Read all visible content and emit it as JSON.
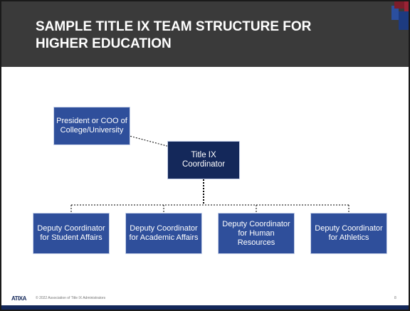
{
  "slide": {
    "title": "SAMPLE TITLE IX TEAM STRUCTURE FOR HIGHER EDUCATION",
    "page_number": "8"
  },
  "diagram": {
    "president": "President or COO of College/University",
    "coordinator": "Title IX Coordinator",
    "deputies": [
      "Deputy Coordinator for Student Affairs",
      "Deputy Coordinator for Academic Affairs",
      "Deputy Coordinator for Human Resources",
      "Deputy Coordinator for Athletics"
    ]
  },
  "footer": {
    "logo_text": "ATIXA",
    "copyright": "© 2022 Association of Title IX Administrators"
  },
  "colors": {
    "header_bg": "#3a3a3a",
    "box_light": "#2f4f9b",
    "box_dark": "#14285a",
    "accent_red": "#9b2335"
  }
}
